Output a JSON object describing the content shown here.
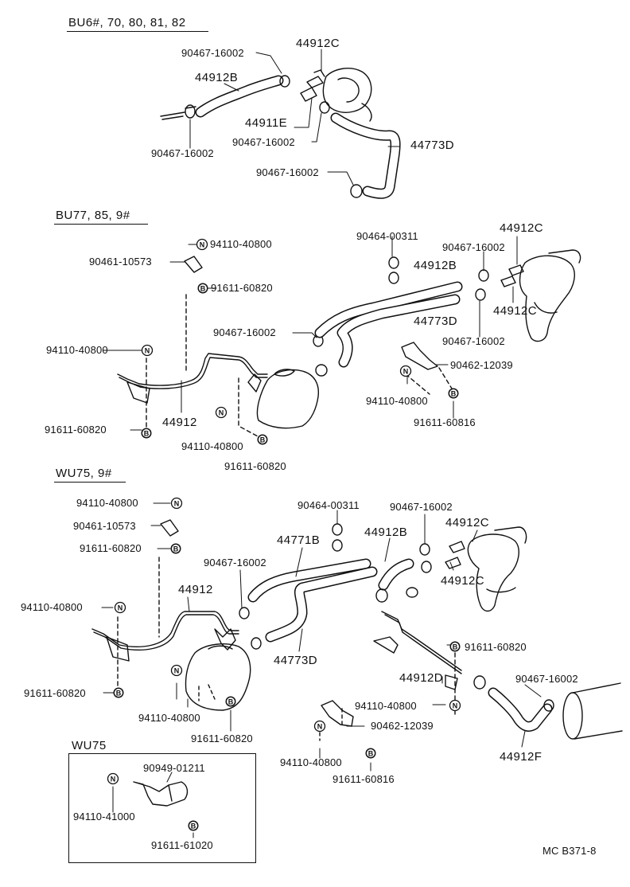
{
  "sections": {
    "s1": "BU6#, 70, 80, 81, 82",
    "s2": "BU77, 85, 9#",
    "s3": "WU75, 9#",
    "s4": "WU75"
  },
  "footer": "MC B371-8",
  "labels": {
    "a1": "90467-16002",
    "a2": "44912C",
    "a3": "44912B",
    "a4": "44911E",
    "a5": "90467-16002",
    "a6": "90467-16002",
    "a7": "44773D",
    "a8": "90467-16002",
    "b1": "94110-40800",
    "b2": "90461-10573",
    "b3": "91611-60820",
    "b4": "90464-00311",
    "b5": "44912B",
    "b6": "90467-16002",
    "b7": "44912C",
    "b8": "44773D",
    "b9": "44912C",
    "b10": "90467-16002",
    "b11": "90467-16002",
    "b12": "94110-40800",
    "b13": "90462-12039",
    "b14": "44912",
    "b15": "94110-40800",
    "b16": "91611-60820",
    "b17": "94110-40800",
    "b18": "91611-60816",
    "b19": "91611-60820",
    "c1": "94110-40800",
    "c2": "90461-10573",
    "c3": "91611-60820",
    "c4": "90464-00311",
    "c5": "90467-16002",
    "c6": "44912C",
    "c7": "44771B",
    "c8": "44912B",
    "c9": "90467-16002",
    "c10": "44912",
    "c11": "44912C",
    "c12": "94110-40800",
    "c13": "44773D",
    "c14": "91611-60820",
    "c15": "44912D",
    "c16": "90467-16002",
    "c17": "91611-60820",
    "c18": "94110-40800",
    "c19": "94110-40800",
    "c20": "90462-12039",
    "c21": "91611-60820",
    "c22": "94110-40800",
    "c23": "91611-60816",
    "c24": "44912F",
    "d1": "90949-01211",
    "d2": "94110-41000",
    "d3": "91611-61020"
  }
}
